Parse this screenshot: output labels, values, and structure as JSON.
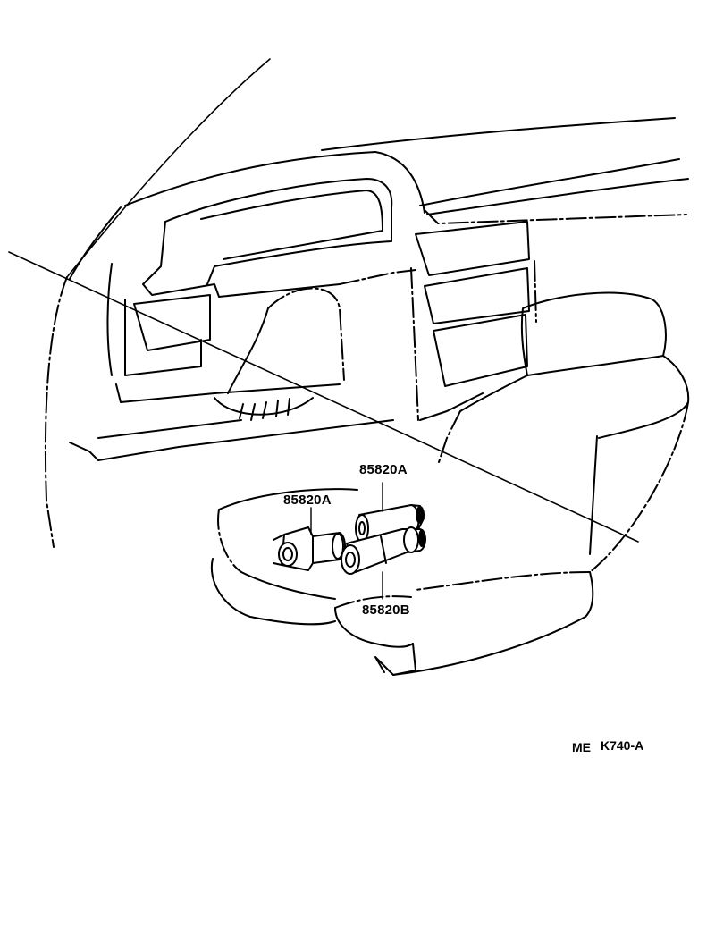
{
  "diagram": {
    "labels": {
      "part_upper_right": "85820A",
      "part_left": "85820A",
      "part_lower": "85820B"
    },
    "drawing_code": {
      "prefix": "ME",
      "number": "K740-A"
    },
    "colors": {
      "ink": "#000000",
      "paper": "#ffffff"
    }
  }
}
